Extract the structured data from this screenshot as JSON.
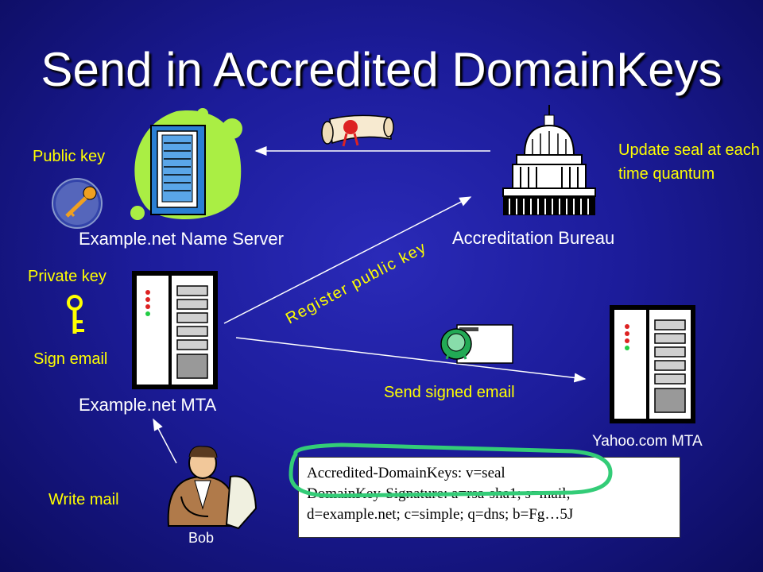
{
  "title": "Send in Accredited DomainKeys",
  "labels": {
    "public_key": "Public key",
    "private_key": "Private key",
    "sign_email": "Sign email",
    "write_mail": "Write mail",
    "update_seal": "Update seal at each time quantum",
    "register_public_key": "Register public key",
    "send_signed_email": "Send signed email"
  },
  "nodes": {
    "name_server": "Example.net Name Server",
    "accreditation_bureau": "Accreditation Bureau",
    "example_mta": "Example.net MTA",
    "yahoo_mta": "Yahoo.com MTA",
    "bob": "Bob"
  },
  "signature_box": {
    "line1": "Accredited-DomainKeys: v=seal",
    "line2": "DomainKey-Signature: a=rsa-sha1; s=mail;",
    "line3": "d=example.net; c=simple; q=dns; b=Fg…5J"
  },
  "colors": {
    "background": "#1c1c9a",
    "label_yellow": "#ffff00",
    "node_white": "#ffffff",
    "highlight_green": "#33cc77"
  },
  "icons": [
    "server-icon",
    "key-icon",
    "capitol-icon",
    "seal-scroll-icon",
    "envelope-icon",
    "person-icon"
  ]
}
